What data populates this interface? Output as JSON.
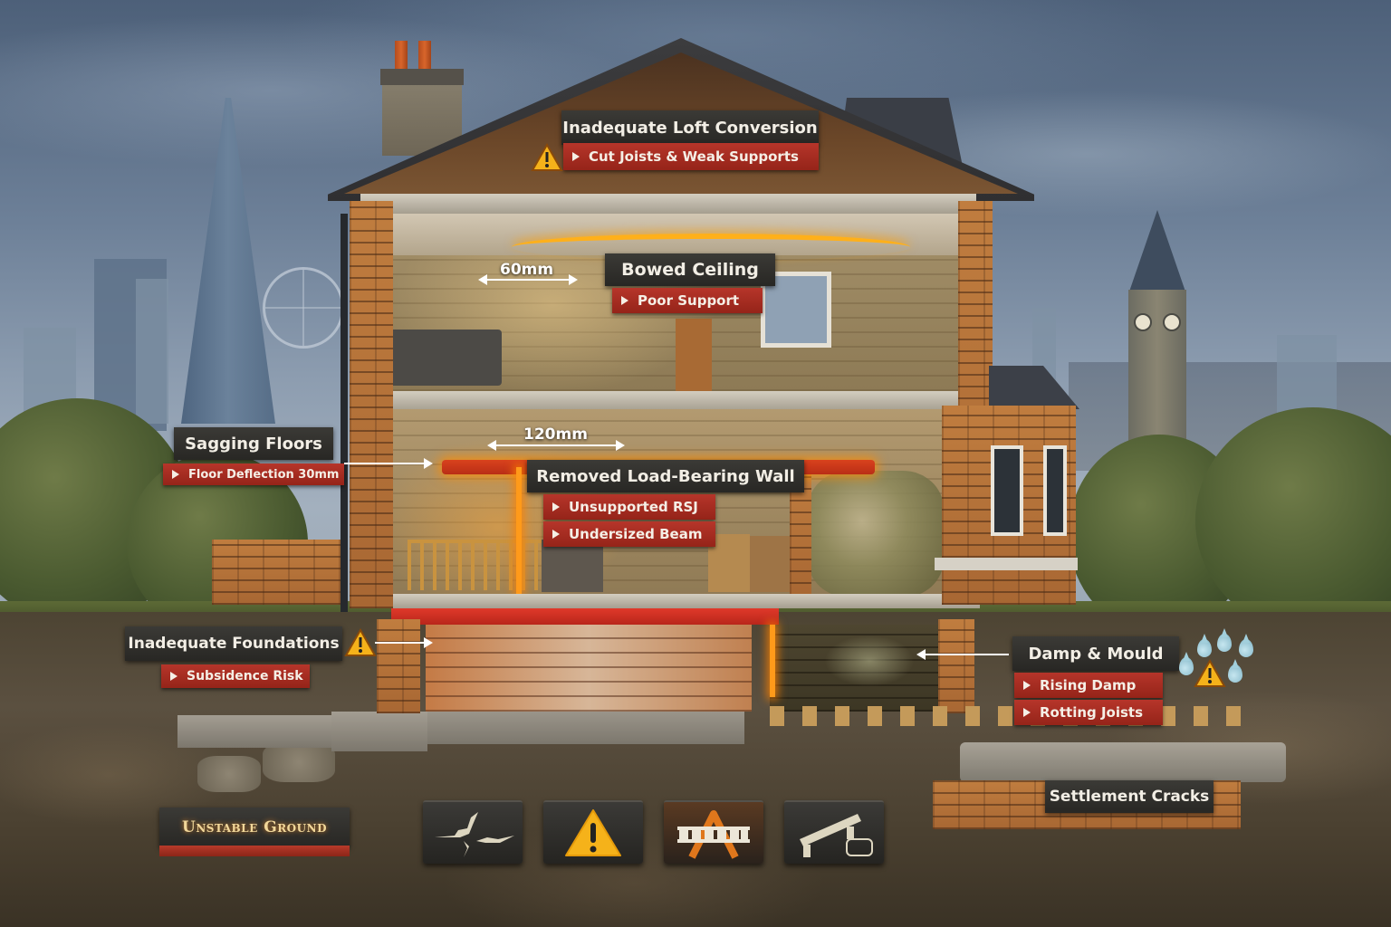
{
  "diagram": {
    "subject": "Cutaway of a London terraced house showing structural defects",
    "background_landmarks": [
      "The Shard",
      "London Eye",
      "Big Ben",
      "Houses of Parliament"
    ],
    "colors": {
      "title_bg": "#2f2e2a",
      "subtitle_bg": "#a92d22",
      "warning": "#f5b21a",
      "glow": "#ff9a1a",
      "rsj": "#d3301f",
      "sky": "#6d8098",
      "soil": "#4d4433"
    }
  },
  "labels": {
    "loft": {
      "title": "Inadequate Loft Conversion",
      "items": [
        "Cut Joists & Weak Supports"
      ],
      "icon": "warning-triangle-icon"
    },
    "ceiling": {
      "title": "Bowed Ceiling",
      "items": [
        "Poor Support"
      ],
      "dimension": "60mm"
    },
    "floors": {
      "title": "Sagging Floors",
      "items": [
        "Floor Deflection 30mm"
      ]
    },
    "wall": {
      "title": "Removed Load-Bearing Wall",
      "items": [
        "Unsupported RSJ",
        "Undersized Beam"
      ],
      "dimension": "120mm"
    },
    "foundations": {
      "title": "Inadequate Foundations",
      "items": [
        "Subsidence Risk"
      ],
      "icon": "warning-triangle-icon"
    },
    "damp": {
      "title": "Damp & Mould",
      "items": [
        "Rising Damp",
        "Rotting Joists"
      ],
      "icon": "water-drops-warning-icon"
    },
    "ground": {
      "title": "Unstable Ground"
    },
    "settlement": {
      "title": "Settlement Cracks"
    }
  },
  "legend_icons": [
    {
      "name": "crack-icon"
    },
    {
      "name": "warning-icon"
    },
    {
      "name": "sagging-beam-icon"
    },
    {
      "name": "broken-beam-icon"
    }
  ]
}
